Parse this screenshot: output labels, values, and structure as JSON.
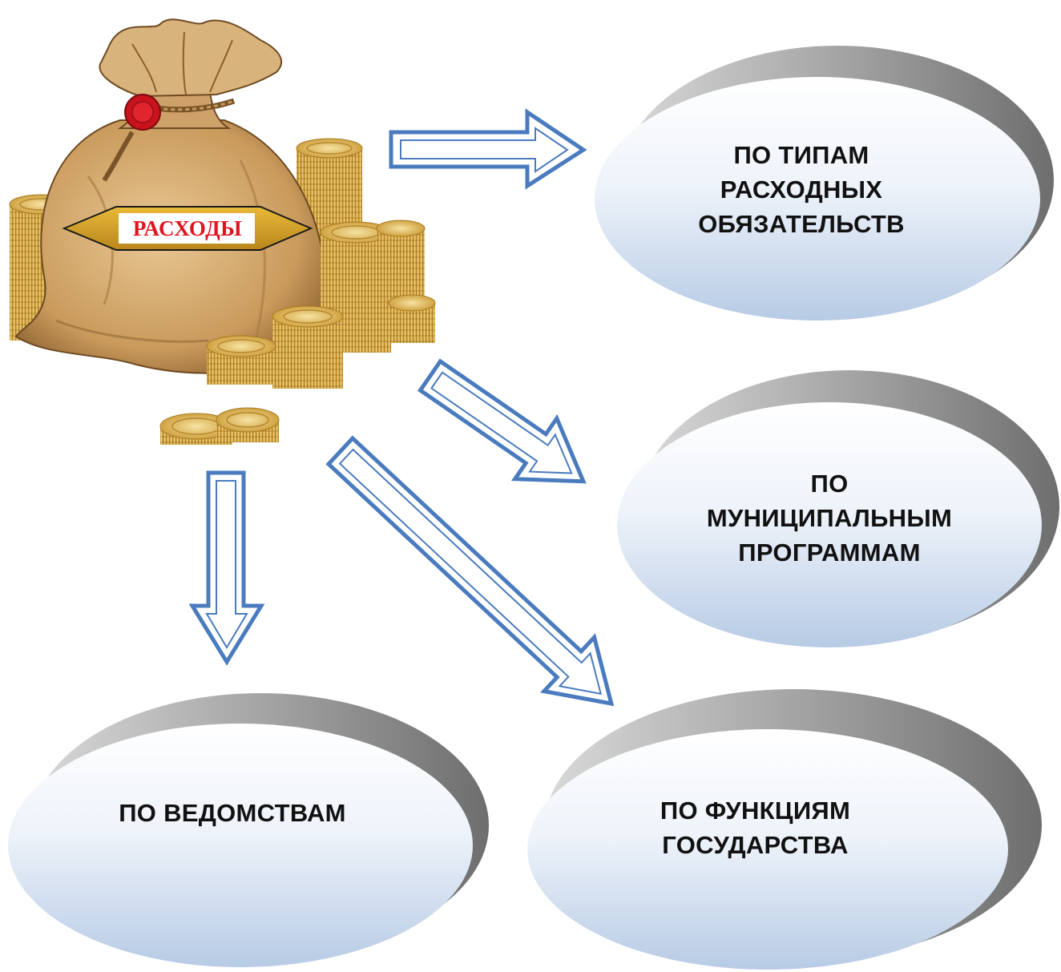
{
  "bag": {
    "label": "РАСХОДЫ"
  },
  "categories": [
    {
      "id": "types",
      "lines": [
        "ПО ТИПАМ",
        "РАСХОДНЫХ",
        "ОБЯЗАТЕЛЬСТВ"
      ]
    },
    {
      "id": "programs",
      "lines": [
        "ПО",
        "МУНИЦИПАЛЬНЫМ",
        "ПРОГРАММАМ"
      ]
    },
    {
      "id": "departments",
      "lines": [
        "ПО ВЕДОМСТВАМ"
      ]
    },
    {
      "id": "functions",
      "lines": [
        "ПО ФУНКЦИЯМ",
        "ГОСУДАРСТВА"
      ]
    }
  ],
  "colors": {
    "arrow_outline": "#4a7bbf",
    "arrow_fill": "#ffffff",
    "oval_top": "#ffffff",
    "oval_bottom": "#b9cde6",
    "oval_shadow": "#8c8c8c",
    "coin": "#e2b94a",
    "bag": "#d8b07a",
    "label_bg": "#d9a32a",
    "label_text": "#e0141e"
  },
  "icons": [
    "money-bag-icon",
    "coin-stack-icon",
    "arrow-right-icon",
    "arrow-down-icon",
    "arrow-diagonal-icon"
  ]
}
